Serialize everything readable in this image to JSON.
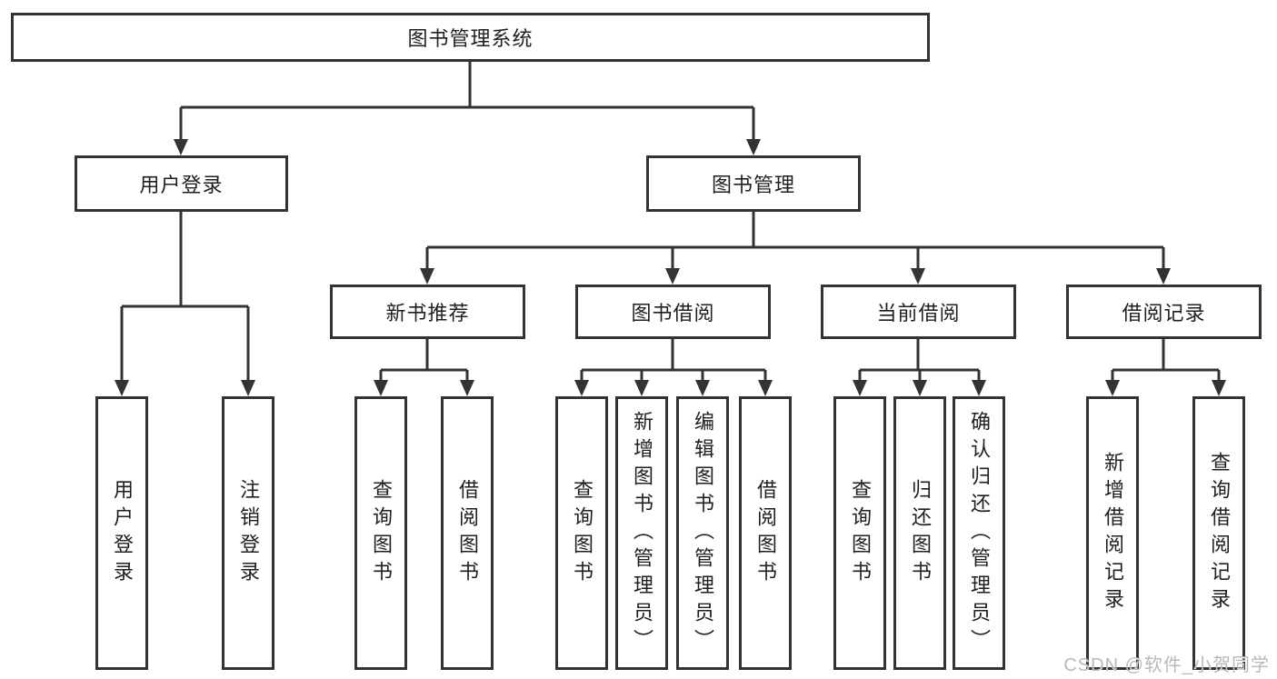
{
  "tree": {
    "root": "图书管理系统",
    "user_login": {
      "label": "用户登录",
      "children": [
        "用户登录",
        "注销登录"
      ]
    },
    "book_mgmt": {
      "label": "图书管理",
      "children": [
        {
          "label": "新书推荐",
          "children": [
            "查询图书",
            "借阅图书"
          ]
        },
        {
          "label": "图书借阅",
          "children": [
            "查询图书",
            "新增图书（管理员）",
            "编辑图书（管理员）",
            "借阅图书"
          ]
        },
        {
          "label": "当前借阅",
          "children": [
            "查询图书",
            "归还图书",
            "确认归还（管理员）"
          ]
        },
        {
          "label": "借阅记录",
          "children": [
            "新增借阅记录",
            "查询借阅记录"
          ]
        }
      ]
    }
  },
  "watermark": "CSDN @软件_小贺同学",
  "colors": {
    "line": "#333333",
    "text": "#1f1f1f",
    "box_bg": "#ffffff",
    "watermark": "#b9b9b9"
  }
}
